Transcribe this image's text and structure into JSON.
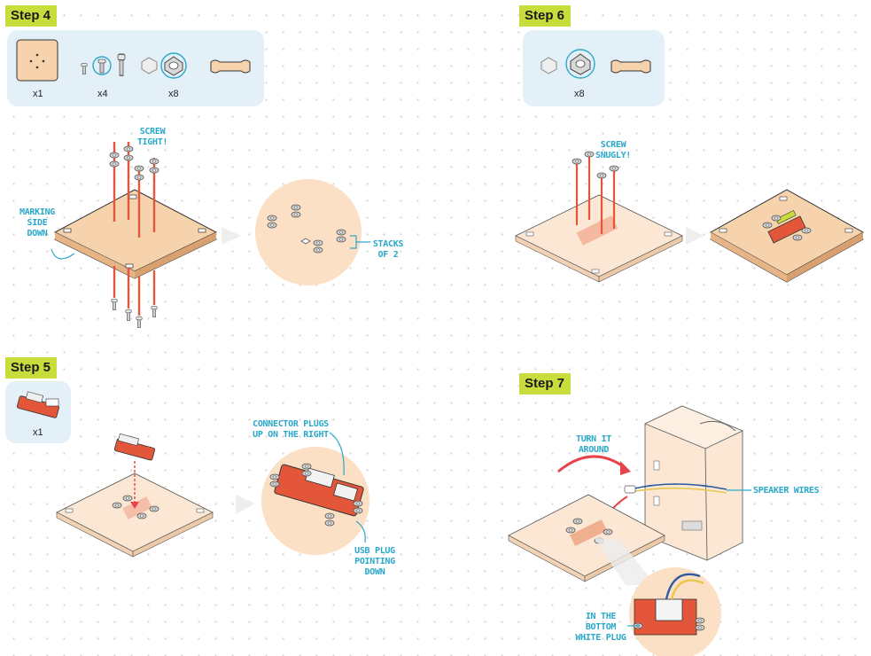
{
  "steps": {
    "s4": {
      "title": "Step 4",
      "qty": [
        "x1",
        "x4",
        "x8"
      ],
      "callouts": {
        "screw": [
          "SCREW",
          "TIGHT!"
        ],
        "marking": [
          "MARKING",
          "SIDE",
          "DOWN"
        ],
        "stacks": [
          "STACKS",
          "OF 2"
        ]
      }
    },
    "s5": {
      "title": "Step 5",
      "qty": [
        "x1"
      ],
      "callouts": {
        "connector": [
          "CONNECTOR PLUGS",
          "UP ON THE RIGHT"
        ],
        "usb": [
          "USB PLUG",
          "POINTING",
          "DOWN"
        ]
      }
    },
    "s6": {
      "title": "Step 6",
      "qty": [
        "x8"
      ],
      "callouts": {
        "screw": [
          "SCREW",
          "SNUGLY!"
        ]
      }
    },
    "s7": {
      "title": "Step 7",
      "callouts": {
        "turn": [
          "TURN IT",
          "AROUND"
        ],
        "speaker": [
          "SPEAKER WIRES"
        ],
        "plug": [
          "IN THE",
          "BOTTOM",
          "WHITE PLUG"
        ]
      }
    }
  },
  "colors": {
    "badge": "#c8dc3c",
    "callout": "#2aa8c9",
    "wood": "#f6d3ad",
    "wood_light": "#fbe7d4",
    "board": "#e3563a",
    "arrow_red": "#e8434b",
    "parts_bg": "#e3f0f8"
  },
  "icons": [
    "base-plate-icon",
    "screw-icon",
    "nut-icon",
    "spacer-bar-icon",
    "circuit-board-icon",
    "speaker-box-icon"
  ]
}
